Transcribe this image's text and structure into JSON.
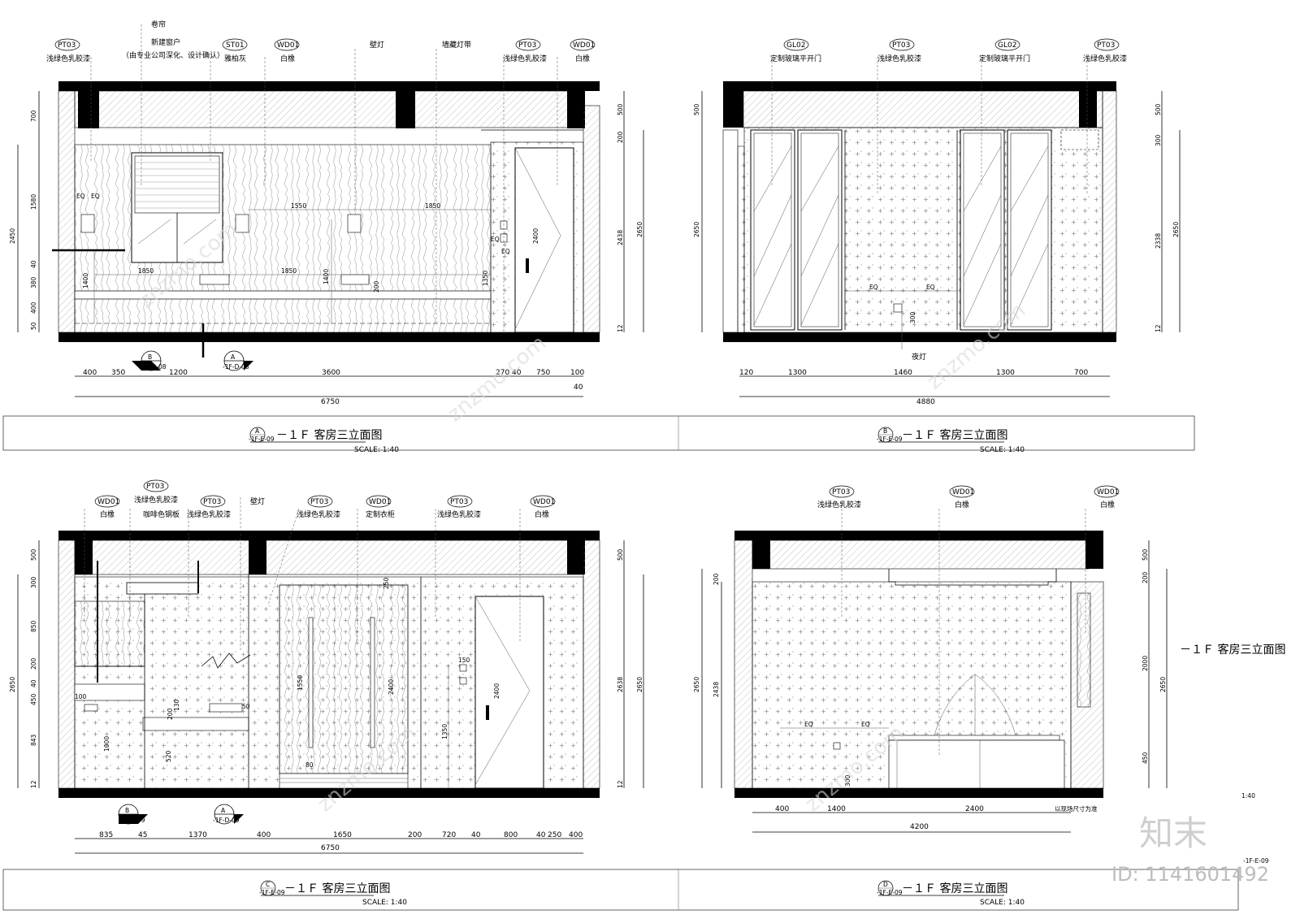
{
  "panels": [
    {
      "id": "A",
      "title": "－１Ｆ 客房三立面图",
      "scale": "SCALE: 1:40",
      "bubble_letter": "A",
      "bubble_sub": "-1F-E-09",
      "callouts": [
        {
          "code": "PT03",
          "text": "浅绿色乳胶漆"
        },
        {
          "code": "",
          "text": "卷帘"
        },
        {
          "code": "",
          "text": "新建窗户"
        },
        {
          "code": "",
          "text": "（由专业公司深化、设计确认）"
        },
        {
          "code": "ST01",
          "text": "雅柏灰"
        },
        {
          "code": "WD01",
          "text": "白橡"
        },
        {
          "code": "",
          "text": "壁灯"
        },
        {
          "code": "",
          "text": "墙藏灯带"
        },
        {
          "code": "PT03",
          "text": "浅绿色乳胶漆"
        },
        {
          "code": "WD01",
          "text": "白橡"
        }
      ],
      "dims_bottom": [
        "400",
        "350",
        "1200",
        "3600",
        "270",
        "40",
        "750",
        "100",
        "40"
      ],
      "total": "6750",
      "dims_left": [
        "700",
        "1580",
        "2450",
        "40",
        "380",
        "400",
        "50"
      ],
      "dims_right": [
        "500",
        "200",
        "2438",
        "2650",
        "12"
      ],
      "inner_dims": [
        "1550",
        "1850",
        "1850",
        "1850",
        "1400",
        "1400",
        "2400",
        "1350",
        "200",
        "EQ",
        "EQ",
        "EQ",
        "EQ"
      ],
      "section_markers": [
        {
          "letter": "B",
          "sub": "-1F-D-08"
        },
        {
          "letter": "A",
          "sub": "-1F-D-08"
        }
      ]
    },
    {
      "id": "B",
      "title": "－１Ｆ 客房三立面图",
      "scale": "SCALE: 1:40",
      "bubble_letter": "B",
      "bubble_sub": "-1F-E-09",
      "callouts": [
        {
          "code": "GL02",
          "text": "定制玻璃平开门"
        },
        {
          "code": "PT03",
          "text": "浅绿色乳胶漆"
        },
        {
          "code": "GL02",
          "text": "定制玻璃平开门"
        },
        {
          "code": "PT03",
          "text": "浅绿色乳胶漆"
        }
      ],
      "dims_bottom": [
        "120",
        "1300",
        "1460",
        "1300",
        "700"
      ],
      "total": "4880",
      "dims_left": [
        "500",
        "2650"
      ],
      "dims_right": [
        "500",
        "300",
        "2338",
        "2650",
        "12"
      ],
      "inner_dims": [
        "EQ",
        "EQ",
        "300"
      ],
      "note": "夜灯"
    },
    {
      "id": "C",
      "title": "－１Ｆ 客房三立面图",
      "scale": "SCALE: 1:40",
      "bubble_letter": "C",
      "bubble_sub": "-1F-E-09",
      "callouts": [
        {
          "code": "PT03",
          "text": "浅绿色乳胶漆"
        },
        {
          "code": "WD01",
          "text": "白橡"
        },
        {
          "code": "",
          "text": "咖啡色钢板"
        },
        {
          "code": "PT03",
          "text": "浅绿色乳胶漆"
        },
        {
          "code": "",
          "text": "壁灯"
        },
        {
          "code": "PT03",
          "text": "浅绿色乳胶漆"
        },
        {
          "code": "WD01",
          "text": "定制衣柜"
        },
        {
          "code": "PT03",
          "text": "浅绿色乳胶漆"
        },
        {
          "code": "WD01",
          "text": "白橡"
        }
      ],
      "dims_bottom": [
        "835",
        "45",
        "1370",
        "400",
        "1650",
        "200",
        "720",
        "40",
        "800",
        "40",
        "250",
        "400"
      ],
      "total": "6750",
      "dims_left": [
        "500",
        "300",
        "850",
        "2650",
        "200",
        "40",
        "450",
        "843",
        "12"
      ],
      "dims_right": [
        "500",
        "2638",
        "2650",
        "12"
      ],
      "inner_dims": [
        "100",
        "200",
        "130",
        "50",
        "1000",
        "520",
        "250",
        "1550",
        "2400",
        "150",
        "1350",
        "2400",
        "80"
      ],
      "section_markers": [
        {
          "letter": "B",
          "sub": "-1F-D-09"
        },
        {
          "letter": "A",
          "sub": "-1F-D-09"
        }
      ]
    },
    {
      "id": "D",
      "title": "－１Ｆ 客房三立面图",
      "scale": "SCALE: 1:40",
      "bubble_letter": "D",
      "bubble_sub": "-1F-E-09",
      "callouts": [
        {
          "code": "PT03",
          "text": "浅绿色乳胶漆"
        },
        {
          "code": "WD01",
          "text": "白橡"
        },
        {
          "code": "WD01",
          "text": "白橡"
        }
      ],
      "dims_bottom": [
        "400",
        "1400",
        "2400"
      ],
      "total": "4200",
      "dims_left": [
        "200",
        "2438",
        "2650"
      ],
      "dims_right": [
        "500",
        "200",
        "2000",
        "2650",
        "450"
      ],
      "inner_dims": [
        "EQ",
        "EQ",
        "300"
      ],
      "note": "以现场尺寸为准"
    }
  ],
  "side_title": "－１Ｆ 客房三立面图",
  "side_scale": "1:40",
  "side_sheet": "-1F-E-09",
  "logo_text": "知末",
  "id_text": "ID: 1141601492",
  "watermark": "znzmo.com"
}
